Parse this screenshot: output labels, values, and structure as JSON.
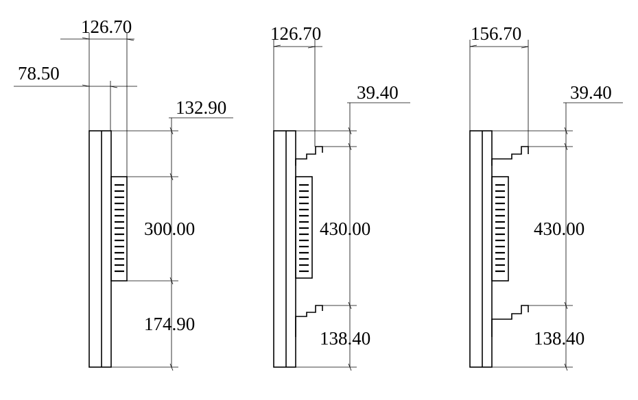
{
  "drawing": {
    "colors": {
      "line": "#000000",
      "background": "#ffffff"
    },
    "views": [
      {
        "id": "view-1",
        "dimensions": {
          "depth_total": "126.70",
          "depth_panel": "78.50",
          "top_offset": "132.90",
          "box_height": "300.00",
          "bottom_offset": "174.90"
        }
      },
      {
        "id": "view-2",
        "dimensions": {
          "depth_total": "126.70",
          "top_offset": "39.40",
          "bracket_spacing": "430.00",
          "bottom_offset": "138.40"
        }
      },
      {
        "id": "view-3",
        "dimensions": {
          "depth_total": "156.70",
          "top_offset": "39.40",
          "bracket_spacing": "430.00",
          "bottom_offset": "138.40"
        }
      }
    ]
  }
}
